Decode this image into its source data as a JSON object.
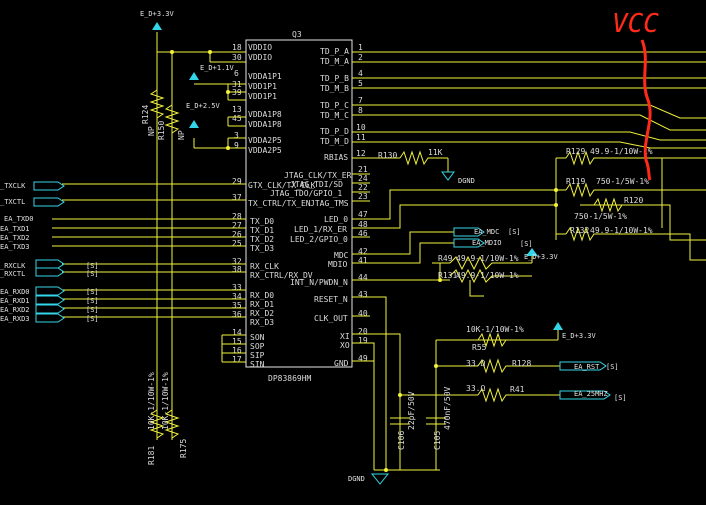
{
  "chip": {
    "ref": "Q3",
    "part": "DP83869HM",
    "left_pins": [
      {
        "num": "18",
        "name": "VDDIO"
      },
      {
        "num": "30",
        "name": "VDDIO"
      },
      {
        "num": "6",
        "name": "VDDA1P1"
      },
      {
        "num": "31",
        "name": "VDD1P1"
      },
      {
        "num": "39",
        "name": "VDD1P1"
      },
      {
        "num": "13",
        "name": "VDDA1P8"
      },
      {
        "num": "45",
        "name": "VDDA1P8"
      },
      {
        "num": "3",
        "name": "VDDA2P5"
      },
      {
        "num": "9",
        "name": "VDDA2P5"
      },
      {
        "num": "29",
        "name": "GTX_CLK/TX_CLK"
      },
      {
        "num": "37",
        "name": "TX_CTRL/TX_EN"
      },
      {
        "num": "28",
        "name": "TX_D0"
      },
      {
        "num": "27",
        "name": "TX_D1"
      },
      {
        "num": "26",
        "name": "TX_D2"
      },
      {
        "num": "25",
        "name": "TX_D3"
      },
      {
        "num": "32",
        "name": "RX_CLK"
      },
      {
        "num": "38",
        "name": "RX_CTRL/RX_DV"
      },
      {
        "num": "33",
        "name": "RX_D0"
      },
      {
        "num": "34",
        "name": "RX_D1"
      },
      {
        "num": "35",
        "name": "RX_D2"
      },
      {
        "num": "36",
        "name": "RX_D3"
      },
      {
        "num": "14",
        "name": "SON"
      },
      {
        "num": "15",
        "name": "SOP"
      },
      {
        "num": "16",
        "name": "SIP"
      },
      {
        "num": "17",
        "name": "SIN"
      }
    ],
    "right_pins": [
      {
        "num": "1",
        "name": "TD_P_A"
      },
      {
        "num": "2",
        "name": "TD_M_A"
      },
      {
        "num": "4",
        "name": "TD_P_B"
      },
      {
        "num": "5",
        "name": "TD_M_B"
      },
      {
        "num": "7",
        "name": "TD_P_C"
      },
      {
        "num": "8",
        "name": "TD_M_C"
      },
      {
        "num": "10",
        "name": "TD_P_D"
      },
      {
        "num": "11",
        "name": "TD_M_D"
      },
      {
        "num": "12",
        "name": "RBIAS"
      },
      {
        "num": "21",
        "name": "JTAG_CLK/TX_ER"
      },
      {
        "num": "24",
        "name": "JTAG_TDI/SD"
      },
      {
        "num": "22",
        "name": "JTAG_TDO/GPIO_1"
      },
      {
        "num": "23",
        "name": "JTAG_TMS"
      },
      {
        "num": "47",
        "name": "LED_0"
      },
      {
        "num": "48",
        "name": "LED_1/RX_ER"
      },
      {
        "num": "46",
        "name": "LED_2/GPIO_0"
      },
      {
        "num": "42",
        "name": "MDC"
      },
      {
        "num": "41",
        "name": "MDIO"
      },
      {
        "num": "44",
        "name": "INT_N/PWDN_N"
      },
      {
        "num": "43",
        "name": "RESET_N"
      },
      {
        "num": "40",
        "name": "CLK_OUT"
      },
      {
        "num": "20",
        "name": "XI"
      },
      {
        "num": "19",
        "name": "XO"
      },
      {
        "num": "49",
        "name": "GND"
      }
    ]
  },
  "nets": {
    "left_tx": [
      "_TXCLK",
      "_TXCTL"
    ],
    "left_txd": [
      "EA_TXD0",
      "EA_TXD1",
      "EA_TXD2",
      "EA_TXD3"
    ],
    "left_rx": [
      "_RXCLK",
      "_RXCTL"
    ],
    "left_rxd": [
      "EA_RXD0",
      "EA_RXD1",
      "EA_RXD2",
      "EA_RXD3"
    ],
    "sheet_ref": "[S]",
    "mdc": "EA_MDC",
    "mdio": "EA_MDIO",
    "rst": "EA_RST",
    "clk": "EA_25MHZ"
  },
  "power": {
    "e_d_3v3": "E_D+3.3V",
    "e_d_1v1": "E_D+1.1V",
    "e_d_2v5": "E_D+2.5V",
    "e_d_3v3b": "E_D+3.3V",
    "e_d_3v3c": "E_D+3.3V",
    "dgnd": "DGND",
    "dgnd2": "DGND"
  },
  "parts": {
    "r130": "R130",
    "r130_val": "11K",
    "r129": "R129",
    "r129_val": "49.9-1/10W-1%",
    "r119": "R119",
    "r119_val": "750-1/5W-1%",
    "r120": "R120",
    "r120_val": "750-1/5W-1%",
    "r132": "R132",
    "r132_val": "49.9-1/10W-1%",
    "r49": "R49",
    "r49_val": "49.9-1/10W-1%",
    "r131": "R131",
    "r131_val": "49.9-1/10W-1%",
    "r55": "R55",
    "r55_val": "10K-1/10W-1%",
    "r128": "R128",
    "r128_val": "33.Ω",
    "r41": "R41",
    "r41_val": "33.Ω",
    "c106": "C106",
    "c106_val": "22pF/50V",
    "c105": "C105",
    "c105_val": "470nF/50V",
    "r124": "R124",
    "r150": "R150",
    "np1": "NP",
    "np2": "NP",
    "r181": "R181",
    "r175": "R175",
    "r181_val": "10K-1/10W-1%",
    "r175_val": "10K-1/10W-1%"
  },
  "annotation": {
    "text": "VCC",
    "color": "#ff2a1a"
  },
  "colors": {
    "wire": "#f2f23a",
    "power_symbol": "#33d6e8",
    "background": "#000000",
    "chip_outline": "#e8e8e8"
  }
}
